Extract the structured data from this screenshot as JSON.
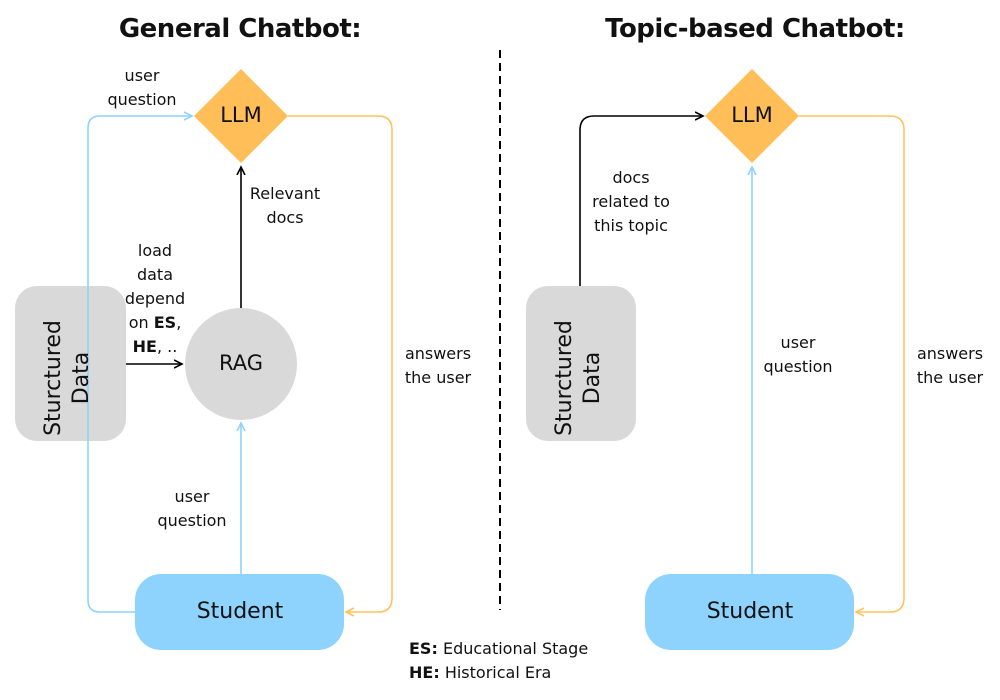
{
  "colors": {
    "llm": "#ffbe58",
    "student": "#8dd3fd",
    "data_box": "#d9d9d9",
    "rag": "#d9d9d9",
    "blue_arrow": "#8dd3fd",
    "orange_arrow": "#ffc35b",
    "black_arrow": "#000000",
    "divider": "#000000"
  },
  "left": {
    "title": "General Chatbot:",
    "llm": "LLM",
    "rag": "RAG",
    "student": "Student",
    "data_line1": "Sturctured",
    "data_line2": "Data",
    "edge_user_question_top": [
      "user",
      "question"
    ],
    "edge_relevant_docs": [
      "Relevant",
      "docs"
    ],
    "edge_load_data": [
      "load",
      "data",
      "depend",
      "on",
      "ES",
      "HE"
    ],
    "edge_answers": [
      "answers",
      "the user"
    ],
    "edge_user_question_bottom": [
      "user",
      "question"
    ]
  },
  "right": {
    "title": "Topic-based Chatbot:",
    "llm": "LLM",
    "student": "Student",
    "data_line1": "Sturctured",
    "data_line2": "Data",
    "edge_docs_topic": [
      "docs",
      "related to",
      "this topic"
    ],
    "edge_user_question": [
      "user",
      "question"
    ],
    "edge_answers": [
      "answers",
      "the user"
    ]
  },
  "legend": {
    "es_key": "ES:",
    "es_value": "Educational Stage",
    "he_key": "HE:",
    "he_value": "Historical Era"
  }
}
